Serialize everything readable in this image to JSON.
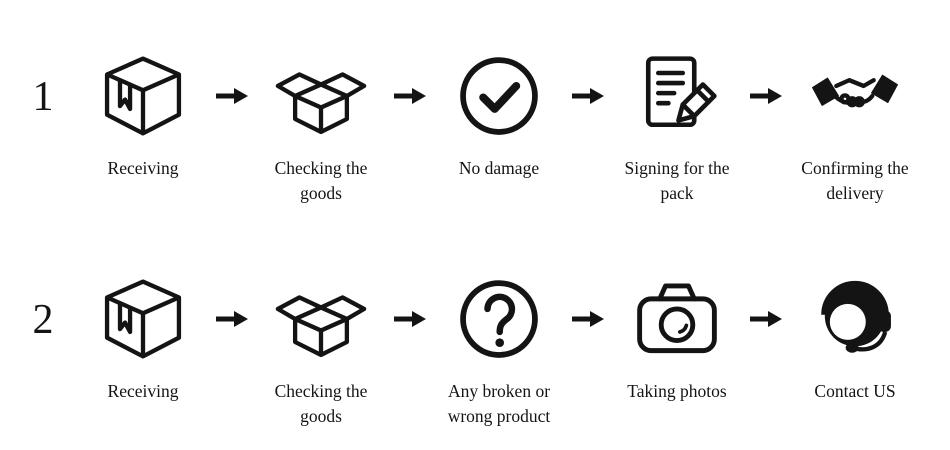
{
  "colors": {
    "ink": "#141414",
    "background": "#ffffff"
  },
  "rows": [
    {
      "number": "1",
      "steps": [
        {
          "label": "Receiving",
          "icon": "closed-box-icon"
        },
        {
          "label": "Checking the goods",
          "icon": "open-box-icon"
        },
        {
          "label": "No damage",
          "icon": "check-circle-icon"
        },
        {
          "label": "Signing for the pack",
          "icon": "sign-document-icon"
        },
        {
          "label": "Confirming the delivery",
          "icon": "handshake-icon"
        }
      ]
    },
    {
      "number": "2",
      "steps": [
        {
          "label": "Receiving",
          "icon": "closed-box-icon"
        },
        {
          "label": "Checking the goods",
          "icon": "open-box-icon"
        },
        {
          "label": "Any broken or wrong product",
          "icon": "question-circle-icon"
        },
        {
          "label": "Taking photos",
          "icon": "camera-icon"
        },
        {
          "label": "Contact US",
          "icon": "support-agent-icon"
        }
      ]
    }
  ]
}
